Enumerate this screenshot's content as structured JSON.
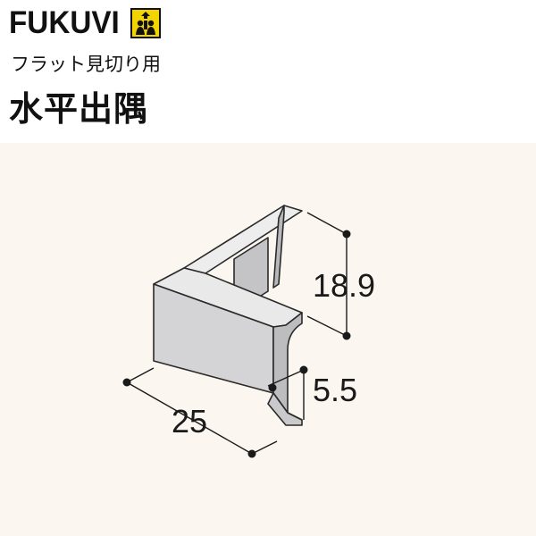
{
  "brand": {
    "name": "FUKUVI",
    "logo_icon": "fukuvi-emblem-icon",
    "logo_color": "#f2d400"
  },
  "product": {
    "subtitle": "フラット見切り用",
    "title": "水平出隅"
  },
  "dimensions": {
    "height": "18.9",
    "depth": "5.5",
    "width": "25"
  },
  "colors": {
    "background": "#fbf6ef",
    "part_face": "#d6d6d8",
    "part_outline": "#2a2a2a",
    "dimension_line": "#1a1a1a"
  }
}
